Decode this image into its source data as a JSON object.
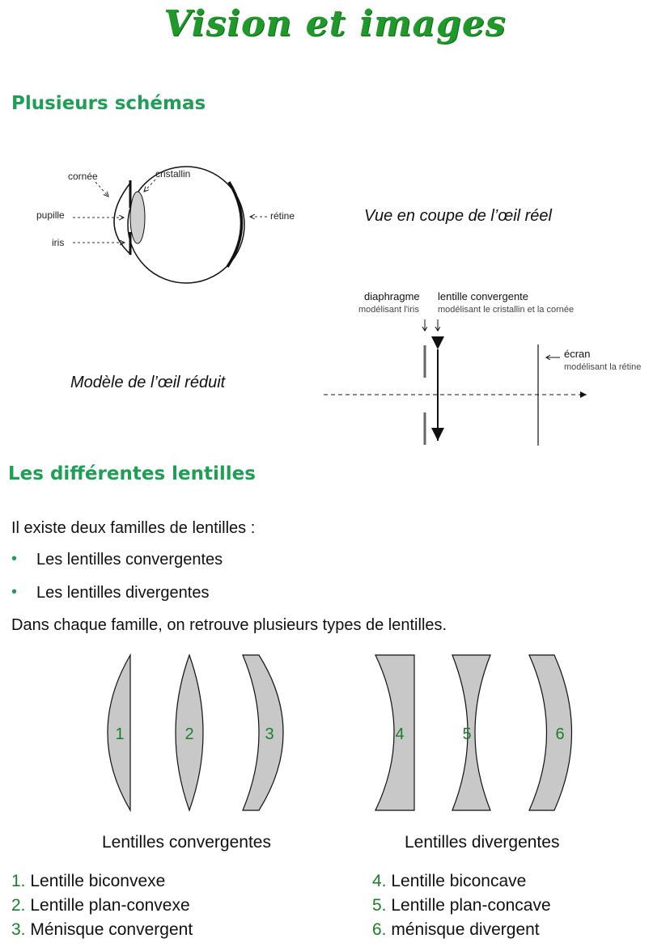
{
  "title": "Vision et images",
  "section1": {
    "heading": "Plusieurs schémas",
    "eye": {
      "cornee": "cornée",
      "cristallin": "cristallin",
      "pupille": "pupille",
      "iris": "iris",
      "retine": "rétine"
    },
    "caption_real": "Vue en coupe de l’œil réel",
    "caption_model": "Modèle de l’œil réduit",
    "model": {
      "diaphragme": "diaphragme",
      "diaphragme_sub": "modélisant l'iris",
      "lentille": "lentille convergente",
      "lentille_sub": "modélisant le cristallin et la cornée",
      "ecran": "écran",
      "ecran_sub": "modélisant la rétine"
    }
  },
  "section2": {
    "heading": "Les différentes lentilles",
    "intro": "Il existe deux familles de lentilles :",
    "bullet_char": "•",
    "bullets": [
      "Les lentilles convergentes",
      "Les lentilles divergentes"
    ],
    "families_text": "Dans chaque famille, on retrouve plusieurs types de lentilles.",
    "lens_numbers": [
      "1",
      "2",
      "3",
      "4",
      "5",
      "6"
    ],
    "group_converging": "Lentilles convergentes",
    "group_diverging": "Lentilles divergentes",
    "legend": [
      {
        "num": "1.",
        "label": "Lentille biconvexe"
      },
      {
        "num": "2.",
        "label": "Lentille plan-convexe"
      },
      {
        "num": "3.",
        "label": "Ménisque convergent"
      },
      {
        "num": "4.",
        "label": "Lentille biconcave"
      },
      {
        "num": "5.",
        "label": "Lentille plan-concave"
      },
      {
        "num": "6.",
        "label": "ménisque divergent"
      }
    ]
  },
  "colors": {
    "title": "#1f9a2a",
    "heading": "#1f9e55",
    "lens_fill": "#c8c8c8",
    "lens_number": "#1a7f28"
  }
}
